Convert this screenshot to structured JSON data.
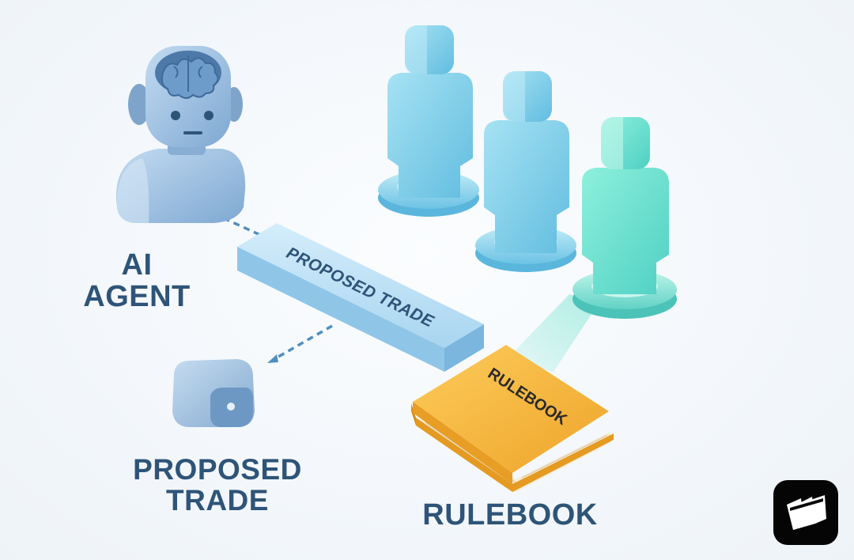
{
  "labels": {
    "ai_agent_line1": "AI",
    "ai_agent_line2": "AGENT",
    "proposed_trade_line1": "PROPOSED",
    "proposed_trade_line2": "TRADE",
    "rulebook": "RULEBOOK"
  },
  "bar_text": "PROPOSED TRADE",
  "book_text": "RULEBOOK",
  "icons": {
    "agent": "robot-agent-icon",
    "people": "human-figure-icon",
    "device": "trade-device-icon",
    "book": "rulebook-icon",
    "logo": "brand-logo-icon"
  },
  "colors": {
    "label": "#2e5478",
    "robot": "#9cc0e2",
    "figure": "#7fcfe6",
    "figure_highlight": "#6fe0d2",
    "bar": "#bfe1f5",
    "book": "#f4b53c",
    "connector": "#4f8fbf"
  }
}
